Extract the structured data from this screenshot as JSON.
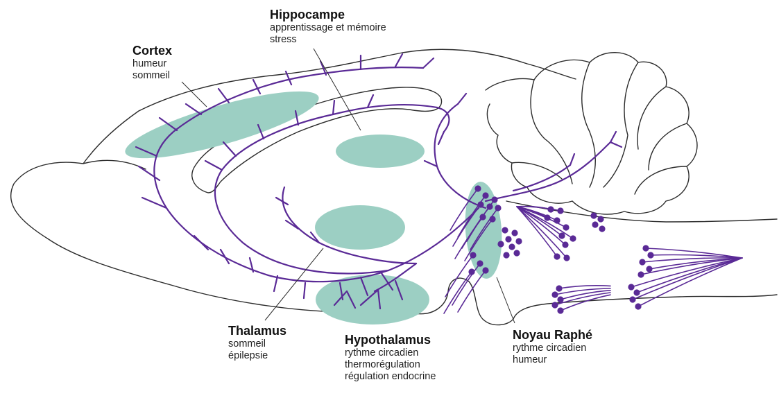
{
  "colors": {
    "outline": "#2b2b2b",
    "region": "#9ccfc3",
    "pathway": "#5a2a96",
    "neuron": "#5a2a96"
  },
  "labels": {
    "cortex": {
      "title": "Cortex",
      "functions": [
        "humeur",
        "sommeil"
      ]
    },
    "hippocampe": {
      "title": "Hippocampe",
      "functions": [
        "apprentissage et mémoire",
        "stress"
      ]
    },
    "thalamus": {
      "title": "Thalamus",
      "functions": [
        "sommeil",
        "épilepsie"
      ]
    },
    "hypothalamus": {
      "title": "Hypothalamus",
      "functions": [
        "rythme circadien",
        "thermorégulation",
        "régulation endocrine"
      ]
    },
    "noyau_raphe": {
      "title": "Noyau Raphé",
      "functions": [
        "rythme circadien",
        "humeur"
      ]
    }
  }
}
